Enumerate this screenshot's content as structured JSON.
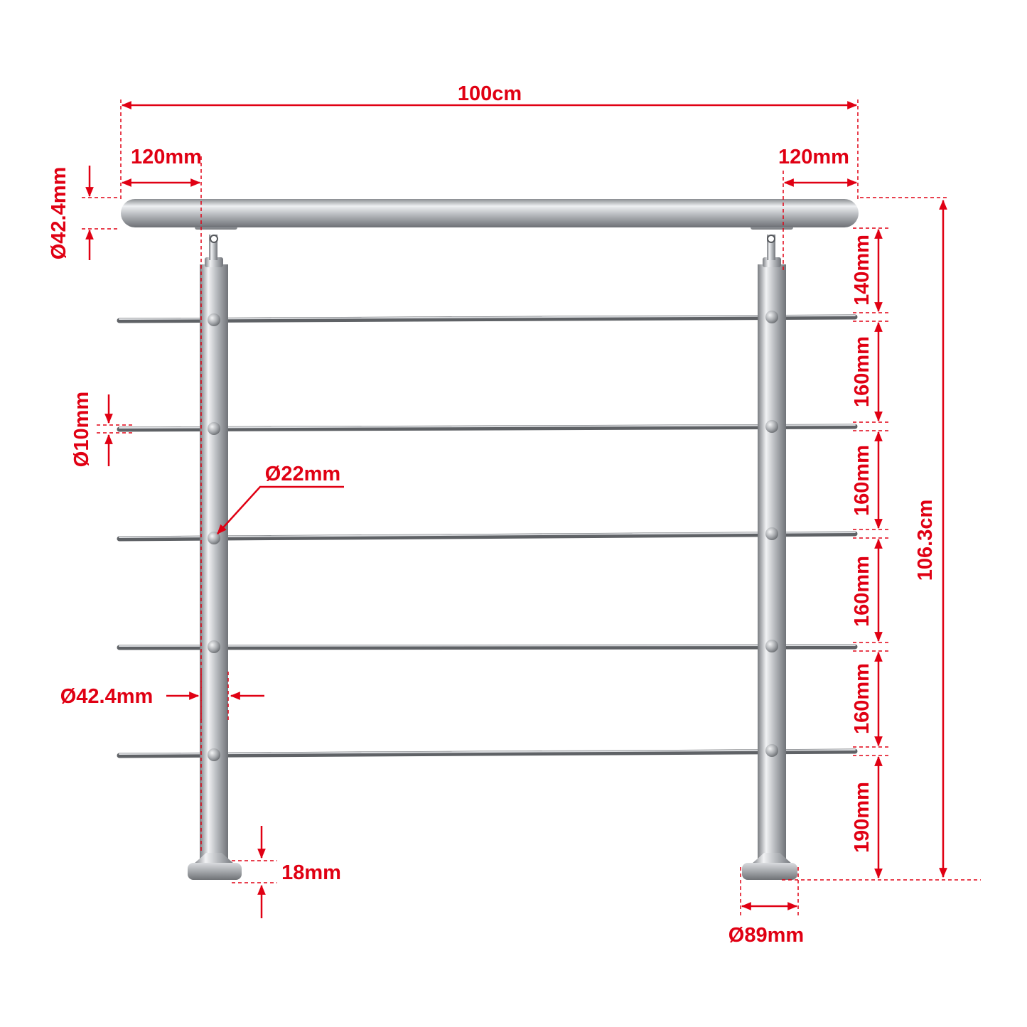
{
  "dimensions": {
    "total_width": "100cm",
    "overhang_left": "120mm",
    "overhang_right": "120mm",
    "handrail_diameter": "Ø42.4mm",
    "bar_diameter": "Ø10mm",
    "connector_diameter": "Ø22mm",
    "post_diameter": "Ø42.4mm",
    "base_thickness": "18mm",
    "base_diameter": "Ø89mm",
    "total_height": "106.3cm",
    "spacing": [
      "140mm",
      "160mm",
      "160mm",
      "160mm",
      "160mm",
      "190mm"
    ]
  },
  "colors": {
    "dimension": "#e00013",
    "steel_light": "#e8e9eb",
    "steel_dark": "#7d8085"
  }
}
